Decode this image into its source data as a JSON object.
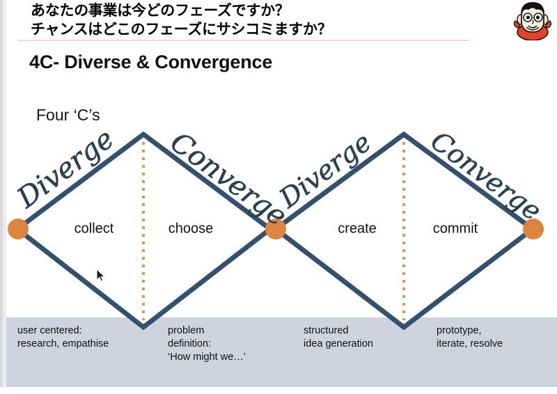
{
  "header": {
    "jp_line1": "あなたの事業は今どのフェーズですか？",
    "jp_line2": "チャンスはどこのフェーズにサシコミますか？",
    "title": "4C- Diverse & Convergence"
  },
  "avatar": {
    "name": "cartoon-presenter-avatar"
  },
  "diagram": {
    "subtitle": "Four ‘C’s",
    "stroke_color": "#34506f",
    "node_color": "#dd8540",
    "divider_color": "#d79a5c",
    "script_color": "#2b4152",
    "diamonds": [
      {
        "diverge_label": "Diverge",
        "converge_label": "Converge",
        "left_phase": "collect",
        "right_phase": "choose"
      },
      {
        "diverge_label": "Diverge",
        "converge_label": "Converge",
        "left_phase": "create",
        "right_phase": "commit"
      }
    ]
  },
  "captions": [
    "user centered:\nresearch, empathise",
    "problem\ndefinition:\n‘How might we…’",
    "structured\nidea generation",
    "prototype,\niterate, resolve"
  ]
}
